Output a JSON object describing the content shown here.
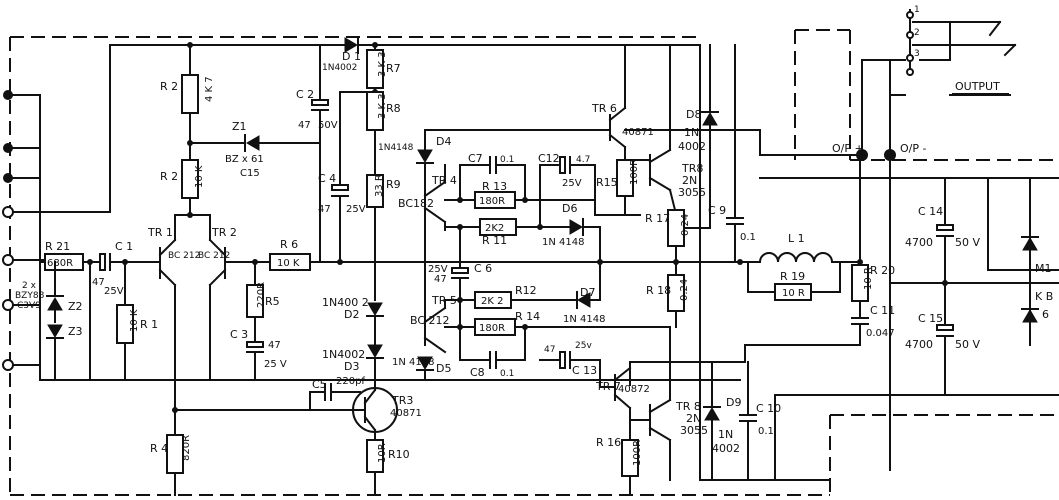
{
  "labels": {
    "r2a": "R 2",
    "r2a_v": "4 K 7",
    "r2b": "R 2",
    "r2b_v": "10 K",
    "r21": "R 21",
    "r21_v": "680R",
    "c1": "C 1",
    "c1_v": "47",
    "c1_v2": "25V",
    "r1": "R 1",
    "r1_v": "10 K",
    "zener_note1": "2 x",
    "zener_note2": "BZY88",
    "zener_note3": "C3V9",
    "z2": "Z2",
    "z3": "Z3",
    "tr1": "TR 1",
    "tr1_t": "BC 212",
    "tr2": "TR 2",
    "tr2_t": "BC 212",
    "r6": "R 6",
    "r6_v": "10 K",
    "c2": "C 2",
    "c2_v": "47",
    "c2_v2": "50V",
    "z1": "Z1",
    "z1_t": "BZ x 61",
    "z1_t2": "C15",
    "d1": "D 1",
    "d1_t": "1N4002",
    "r7": "R7",
    "r7_v": "3 K 3",
    "r8": "R8",
    "r8_v": "3 K 3",
    "r5": "R5",
    "r5_v": "220R",
    "c3": "C 3",
    "c3_v": "47",
    "c3_v2": "25 V",
    "r4": "R 4",
    "r4_v": "820R",
    "c4": "C 4",
    "c4_v": "47",
    "c4_v2": "25V",
    "r9": "R9",
    "r9_v": "33 R",
    "d4": "D4",
    "d4_t": "1N4148",
    "tr4": "TR 4",
    "tr4_t": "BC182",
    "c7": "C7",
    "c7_v": "0.1",
    "r13": "R 13",
    "r13_v": "180R",
    "r11": "R 11",
    "r11_v": "2K2",
    "c12": "C12",
    "c12_v": "4.7",
    "c12_v2": "25V",
    "d6": "D6",
    "d6_t": "1N 4148",
    "c6": "C 6",
    "c6_v": "25V",
    "c6_v2": "47",
    "r12": "R12",
    "r12_v": "2K 2",
    "d7": "D7",
    "d7_t": "1N 4148",
    "tr5": "TR 5",
    "tr5_t": "BC 212",
    "r14": "R 14",
    "r14_v": "180R",
    "c8": "C8",
    "c8_v": "0.1",
    "c13": "C 13",
    "c13_v": "47",
    "c13_v2": "25v",
    "d2": "D2",
    "d2_t": "1N400 2",
    "d3": "D3",
    "d3_t": "1N4002",
    "d5": "D5",
    "d5_t": "1N 4148",
    "c5": "C5",
    "c5_v": "220pf",
    "tr3": "TR3",
    "tr3_t": "40871",
    "r10": "R10",
    "r10_v": "10R",
    "tr6": "TR 6",
    "tr6_t": "40871",
    "r15": "R15",
    "r15_v": "100R",
    "tr8a": "TR8",
    "tr8a_t": "2N",
    "tr8a_t2": "3055",
    "d8": "D8",
    "d8_t": "1N",
    "d8_t2": "4002",
    "r17": "R 17",
    "r17_v": "0.24",
    "r18": "R 18",
    "r18_v": "0.24",
    "c9": "C 9",
    "c9_v": "0.1",
    "l1": "L 1",
    "r19": "R 19",
    "r19_v": "10 R",
    "r20": "R 20",
    "r20_v": "10 R",
    "c11": "C 11",
    "c11_v": "0.047",
    "tr7": "TR 7",
    "tr7_t": "40872",
    "tr8b": "TR 8",
    "tr8b_t": "2N",
    "tr8b_t2": "3055",
    "d9": "D9",
    "d9_t": "1N",
    "d9_t2": "4002",
    "r16": "R 16",
    "r16_v": "100R",
    "c10": "C 10",
    "c10_v": "0.1",
    "c14": "C 14",
    "c14_v": "4700",
    "c14_v2": "50 V",
    "c15": "C 15",
    "c15_v": "4700",
    "c15_v2": "50 V",
    "op_plus": "O/P +",
    "op_minus": "O/P -",
    "output": "OUTPUT",
    "pin1": "1",
    "pin2": "2",
    "pin3": "3",
    "edge1": "M1",
    "edge2": "K B",
    "edge3": "6"
  }
}
